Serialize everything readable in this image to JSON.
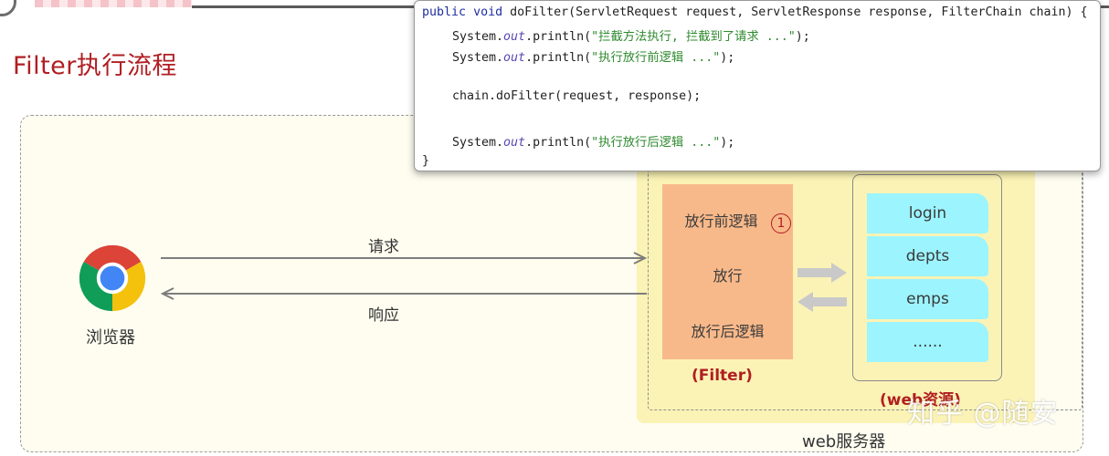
{
  "page": {
    "title": "Filter执行流程"
  },
  "browser": {
    "label": "浏览器",
    "icon": "chrome-icon"
  },
  "arrows": {
    "request": "请求",
    "response": "响应"
  },
  "server": {
    "label": "web服务器"
  },
  "filter": {
    "before": "放行前逻辑",
    "pass": "放行",
    "after": "放行后逻辑",
    "step": "1",
    "label": "(Filter)"
  },
  "resources": {
    "items": [
      "login",
      "depts",
      "emps",
      "......"
    ],
    "label": "(web资源)"
  },
  "code": {
    "signature": [
      "public",
      " ",
      "void",
      " doFilter(ServletRequest request, ServletResponse response, FilterChain chain) {"
    ],
    "line1": [
      "System.",
      "out",
      ".println(",
      "\"拦截方法执行, 拦截到了请求 ...\"",
      ");"
    ],
    "line2": [
      "System.",
      "out",
      ".println(",
      "\"执行放行前逻辑 ...\"",
      ");"
    ],
    "line3": "chain.doFilter(request, response);",
    "line4": [
      "System.",
      "out",
      ".println(",
      "\"执行放行后逻辑 ...\"",
      ");"
    ],
    "closing": "}"
  },
  "watermark": "知乎 @随安",
  "colors": {
    "title": "#b01e22",
    "filter_box": "#f8b98a",
    "resource_item": "#9cf4ff",
    "container": "#fbf3b5",
    "server_bg": "#fefdf0"
  }
}
